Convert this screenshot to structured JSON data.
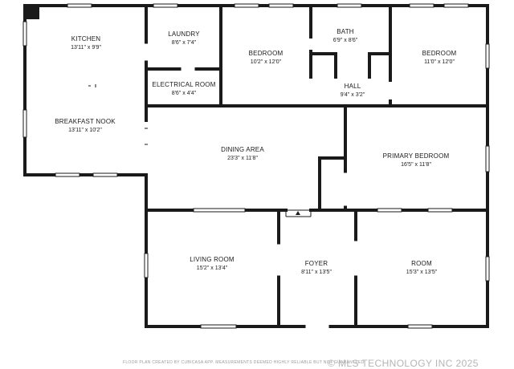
{
  "rooms": {
    "kitchen": {
      "name": "KITCHEN",
      "dims": "13'11\" x 9'9\""
    },
    "laundry": {
      "name": "LAUNDRY",
      "dims": "8'6\" x 7'4\""
    },
    "bedroom_1": {
      "name": "BEDROOM",
      "dims": "10'2\" x 12'0\""
    },
    "bath": {
      "name": "BATH",
      "dims": "6'9\" x 8'6\""
    },
    "bedroom_2": {
      "name": "BEDROOM",
      "dims": "11'0\" x 12'0\""
    },
    "electrical": {
      "name": "ELECTRICAL ROOM",
      "dims": "8'6\" x 4'4\""
    },
    "hall": {
      "name": "HALL",
      "dims": "9'4\" x 3'2\""
    },
    "breakfast_nook": {
      "name": "BREAKFAST NOOK",
      "dims": "13'11\" x 10'2\""
    },
    "dining": {
      "name": "DINING AREA",
      "dims": "23'3\" x 11'8\""
    },
    "primary_bedroom": {
      "name": "PRIMARY BEDROOM",
      "dims": "16'5\" x 11'8\""
    },
    "living_room": {
      "name": "LIVING ROOM",
      "dims": "15'2\" x 13'4\""
    },
    "foyer": {
      "name": "FOYER",
      "dims": "8'11\" x 13'5\""
    },
    "room": {
      "name": "ROOM",
      "dims": "15'3\" x 13'5\""
    }
  },
  "footer": {
    "left": "FLOOR PLAN CREATED BY CUBICASA APP. MEASUREMENTS DEEMED HIGHLY RELIABLE BUT NOT GUARANTEED.",
    "right": "© MLS TECHNOLOGY INC 2025"
  }
}
